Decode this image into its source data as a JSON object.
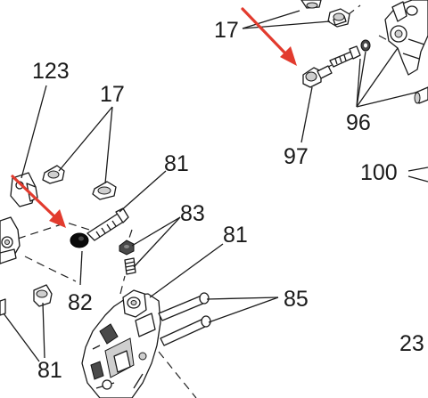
{
  "labels": {
    "top_17": "17",
    "right_96": "96",
    "right_97": "97",
    "right_100": "100",
    "left_123": "123",
    "left_17": "17",
    "mid_81": "81",
    "mid_83": "83",
    "mid_81b": "81",
    "left_82": "82",
    "right_85": "85",
    "bottom_81": "81",
    "edge_23": "23"
  },
  "colors": {
    "arrow": "#e23b2e",
    "line": "#1a1a1a",
    "background": "#ffffff"
  }
}
